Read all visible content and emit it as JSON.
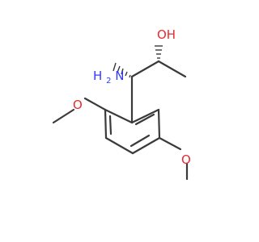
{
  "molecule": {
    "atoms": {
      "oh": {
        "main": "OH",
        "color": "#e8292f"
      },
      "nh2": {
        "main": "H",
        "sub": "2",
        "prefix": "N",
        "color": "#2f3cff"
      },
      "o_methoxy_left": {
        "main": "O",
        "color": "#e8292f"
      },
      "o_methoxy_bottom": {
        "main": "O",
        "color": "#e8292f"
      }
    },
    "bond_color": "#3a3a3a"
  }
}
